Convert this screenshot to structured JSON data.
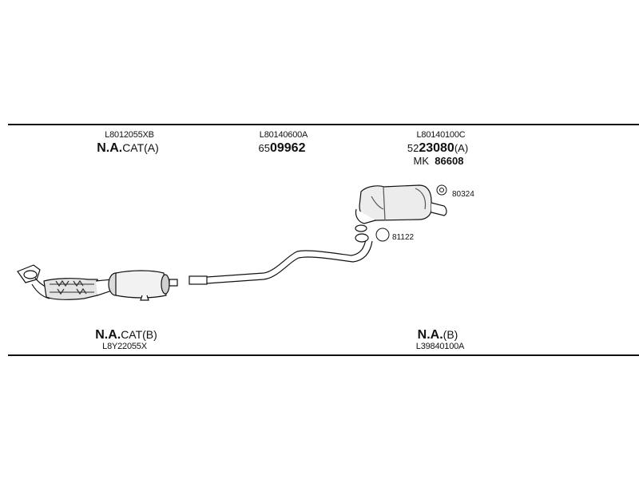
{
  "top": {
    "left": {
      "code": "L8012055XB",
      "prefix": "N.A.",
      "suffix": "CAT(A)"
    },
    "middle": {
      "code": "L80140600A",
      "prefix": "65",
      "bold": "09962"
    },
    "right": {
      "code": "L80140100C",
      "prefix": "52",
      "bold": "23080",
      "suffix": "(A)",
      "kit_prefix": "MK",
      "kit_number": "86608"
    }
  },
  "bottom": {
    "left": {
      "prefix": "N.A.",
      "suffix": "CAT(B)",
      "code": "L8Y22055X"
    },
    "right": {
      "prefix": "N.A.",
      "suffix": "(B)",
      "code": "L39840100A"
    }
  },
  "callouts": {
    "bracket": "80324",
    "ring": "81122"
  }
}
